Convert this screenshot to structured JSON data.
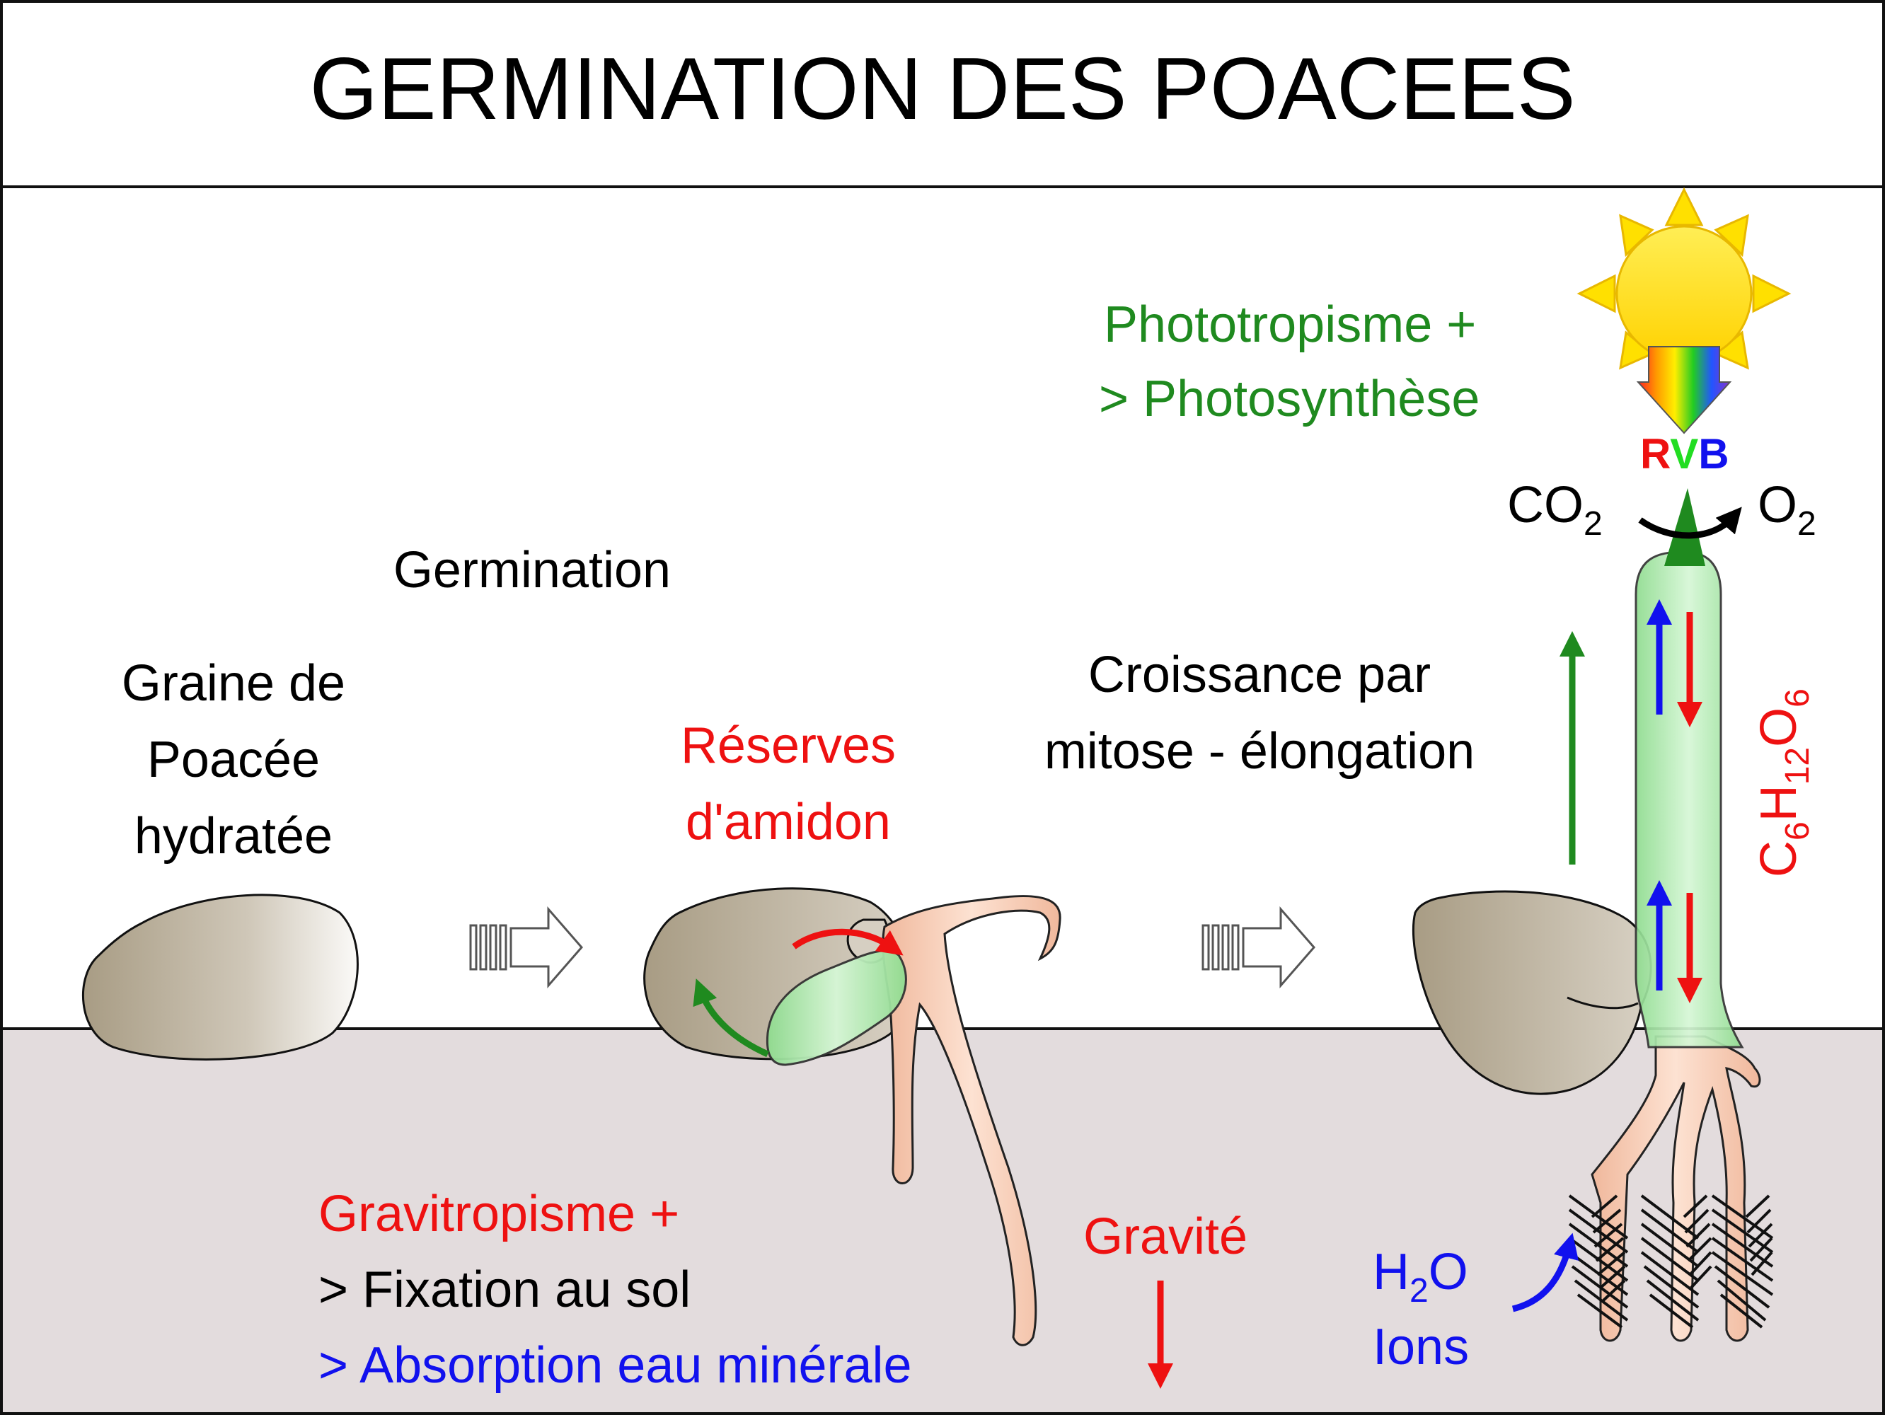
{
  "title": "GERMINATION DES POACEES",
  "labels": {
    "phototropism": "Phototropisme +",
    "photosynthesis": "> Photosynthèse",
    "rgb_r": "R",
    "rgb_v": "V",
    "rgb_b": "B",
    "co2": "CO",
    "co2_sub": "2",
    "o2": "O",
    "o2_sub": "2",
    "germination": "Germination",
    "seed_line1": "Graine de",
    "seed_line2": "Poacée",
    "seed_line3": "hydratée",
    "reserves_line1": "Réserves",
    "reserves_line2": "d'amidon",
    "growth_line1": "Croissance par",
    "growth_line2": "mitose - élongation",
    "glucose_c": "C",
    "glucose_c_sub": "6",
    "glucose_h": "H",
    "glucose_h_sub": "12",
    "glucose_o": "O",
    "glucose_o_sub": "6",
    "gravitropism": "Gravitropisme +",
    "fixation": "> Fixation au sol",
    "absorption": "> Absorption eau minérale",
    "gravity": "Gravité",
    "water_h": "H",
    "water_sub": "2",
    "water_o": "O",
    "ions": "Ions"
  },
  "colors": {
    "green_text": "#1f8a1f",
    "red_text": "#ee1111",
    "blue_text": "#1111ee",
    "soil": "#e3dcdd",
    "seed": "#b8ad98",
    "root": "#f6c9b0",
    "shoot": "#9fe59f",
    "sun": "#ffe000"
  }
}
